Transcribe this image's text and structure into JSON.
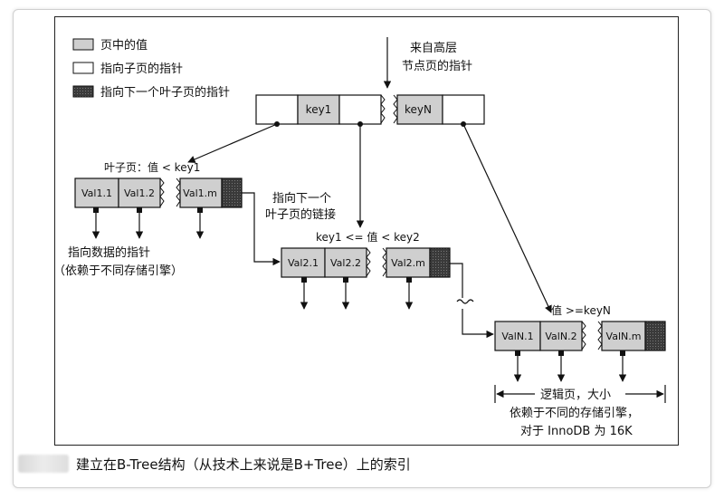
{
  "legend": {
    "values_in_page": "页中的值",
    "pointers_to_child": "指向子页的指针",
    "pointer_to_next_leaf": "指向下一个叶子页的指针"
  },
  "root_note": {
    "line1": "来自高层",
    "line2": "节点页的指针"
  },
  "root": {
    "key1": "key1",
    "keyN": "keyN"
  },
  "leaf1": {
    "title": "叶子页：值 < key1",
    "cells": [
      "Val1.1",
      "Val1.2",
      "Val1.m"
    ]
  },
  "leaf2": {
    "title": "key1 <= 值 < key2",
    "cells": [
      "Val2.1",
      "Val2.2",
      "Val2.m"
    ]
  },
  "leafN": {
    "title": "值 >=keyN",
    "cells": [
      "ValN.1",
      "ValN.2",
      "ValN.m"
    ]
  },
  "next_link_note": {
    "line1": "指向下一个",
    "line2": "叶子页的链接"
  },
  "data_pointer_note": {
    "line1": "指向数据的指针",
    "line2": "（依赖于不同存储引擎）"
  },
  "logical_page_note": {
    "line1": "逻辑页，大小",
    "line2": "依赖于不同的存储引擎，",
    "line3": "对于 InnoDB 为 16K"
  },
  "caption": "建立在B-Tree结构（从技术上来说是B+Tree）上的索引"
}
